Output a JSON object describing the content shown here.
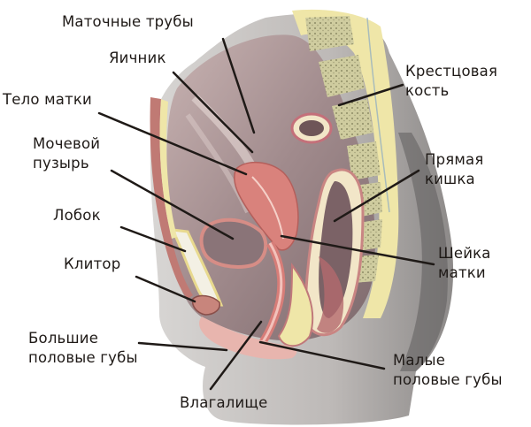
{
  "diagram": {
    "title": "Female pelvic anatomy — sagittal section",
    "language": "ru",
    "colors": {
      "background": "#ffffff",
      "label_text": "#1f1a17",
      "leader_line": "#1f1a17",
      "skin_gray": "#b9b6b4",
      "cavity_mauve": "#9b8587",
      "uterus_pink": "#d9827c",
      "bone_olive": "#c9c79a",
      "fat_yellow": "#efe6a8"
    },
    "labels": {
      "fallopian_tubes": "Маточные трубы",
      "ovary": "Яичник",
      "uterus_body": "Тело матки",
      "bladder_1": "Мочевой",
      "bladder_2": "пузырь",
      "pubis": "Лобок",
      "clitoris": "Клитор",
      "labia_majora_1": "Большие",
      "labia_majora_2": "половые губы",
      "vagina": "Влагалище",
      "sacrum_1": "Крестцовая",
      "sacrum_2": "кость",
      "rectum_1": "Прямая",
      "rectum_2": "кишка",
      "cervix_1": "Шейка",
      "cervix_2": "матки",
      "labia_minora_1": "Малые",
      "labia_minora_2": "половые губы"
    }
  }
}
